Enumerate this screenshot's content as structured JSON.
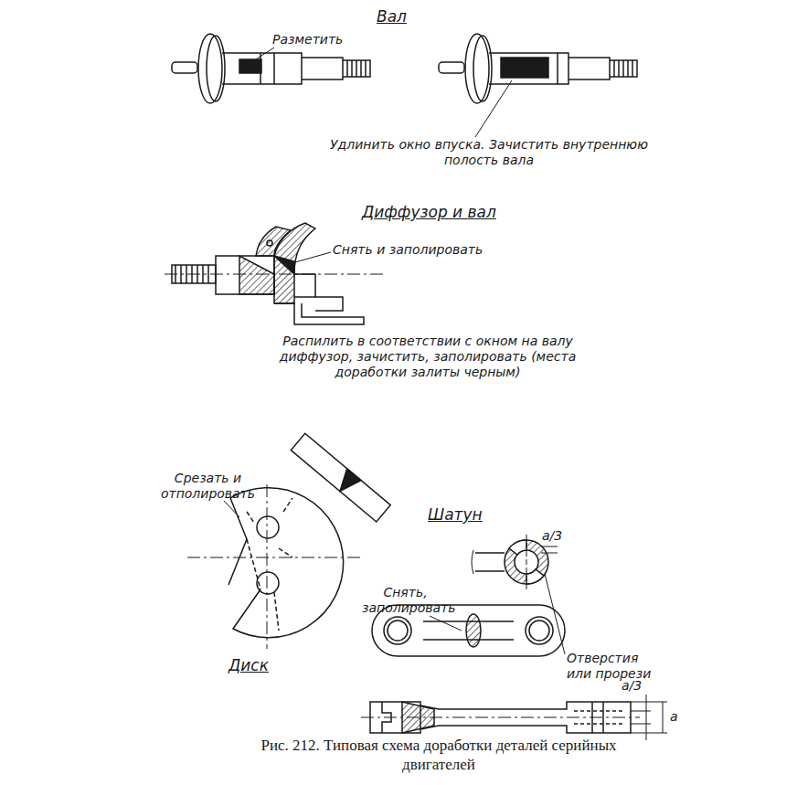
{
  "diagram": {
    "caption": "Рис. 212. Типовая схема доработки деталей серийных двигателей",
    "labels": [
      "Вал",
      "Разметить",
      "Удлинить окно впуска. Зачистить внутреннюю полость вала",
      "Диффузор и вал",
      "Снять и заполировать",
      "Распилить в соответствии с окном на валу диффузор, зачистить, заполировать (места доработки залиты черным)",
      "Срезать и отполировать",
      "Шатун",
      "a/3",
      "Снять, заполировать",
      "Отверстия или прорези",
      "Диск",
      "a/3",
      "a"
    ]
  }
}
